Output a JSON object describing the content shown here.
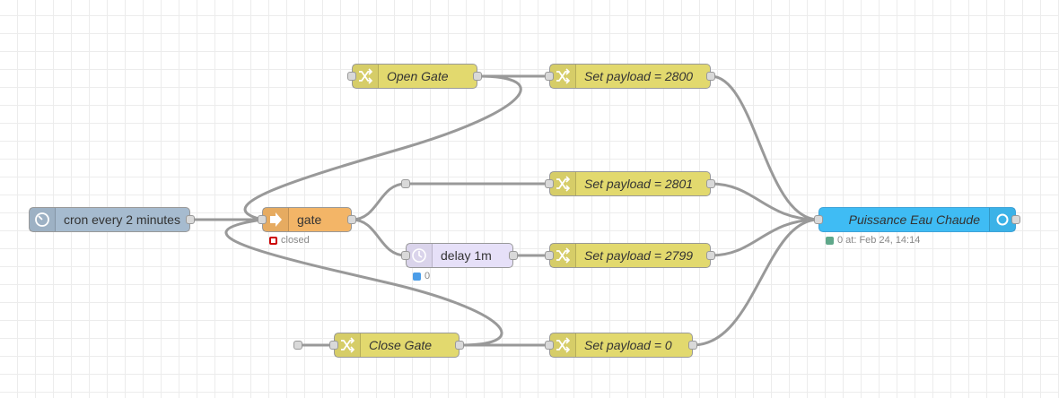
{
  "nodes": {
    "cron": {
      "label": "cron every 2 minutes",
      "icon": "timer-icon"
    },
    "gate": {
      "label": "gate",
      "icon": "gate-arrow-icon",
      "status": "closed",
      "status_color": "#cc0000"
    },
    "delay": {
      "label": "delay 1m",
      "icon": "clock-icon",
      "status": "0",
      "status_color": "#4b9de8"
    },
    "open_gate": {
      "label": "Open Gate",
      "icon": "shuffle-icon"
    },
    "close_gate": {
      "label": "Close Gate",
      "icon": "shuffle-icon"
    },
    "set_2800": {
      "label": "Set payload = 2800",
      "icon": "shuffle-icon"
    },
    "set_2801": {
      "label": "Set payload = 2801",
      "icon": "shuffle-icon"
    },
    "set_2799": {
      "label": "Set payload = 2799",
      "icon": "shuffle-icon"
    },
    "set_0": {
      "label": "Set payload = 0",
      "icon": "shuffle-icon"
    },
    "mqtt": {
      "label": "Puissance Eau Chaude",
      "icon": "mqtt-broker-icon",
      "status": "0 at: Feb 24, 14:14",
      "status_color": "#5fa88a"
    }
  },
  "colors": {
    "change": "#e2d96e",
    "inject": "#a6bbcf",
    "gate": "#f3b567",
    "delay": "#e6e0f8",
    "mqtt": "#3fbcf4",
    "wire": "#999999"
  }
}
